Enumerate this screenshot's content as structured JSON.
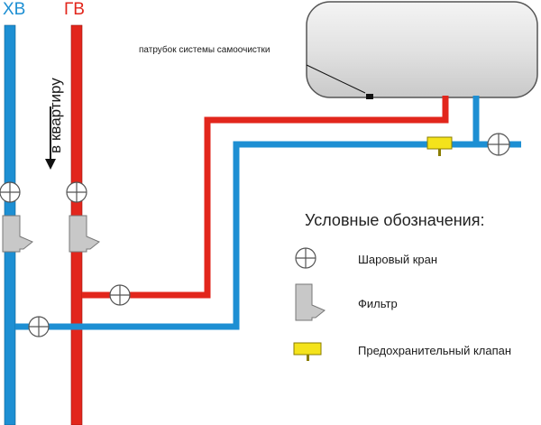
{
  "labels": {
    "cold_water": "ХВ",
    "hot_water": "ГВ",
    "into_apartment": "в квартиру",
    "self_cleaning_nozzle": "патрубок системы самоочистки"
  },
  "legend": {
    "title": "Условные обозначения:",
    "items": [
      {
        "symbol": "ball-valve-icon",
        "label": "Шаровый кран"
      },
      {
        "symbol": "filter-icon",
        "label": "Фильтр"
      },
      {
        "symbol": "safety-valve-icon",
        "label": "Предохранительный клапан"
      }
    ]
  },
  "colors": {
    "cold": "#1d8fd3",
    "hot": "#e2261c",
    "tank": "#dcdcdc",
    "safety_valve": "#f4e31b",
    "filter": "#c8c8c8"
  }
}
